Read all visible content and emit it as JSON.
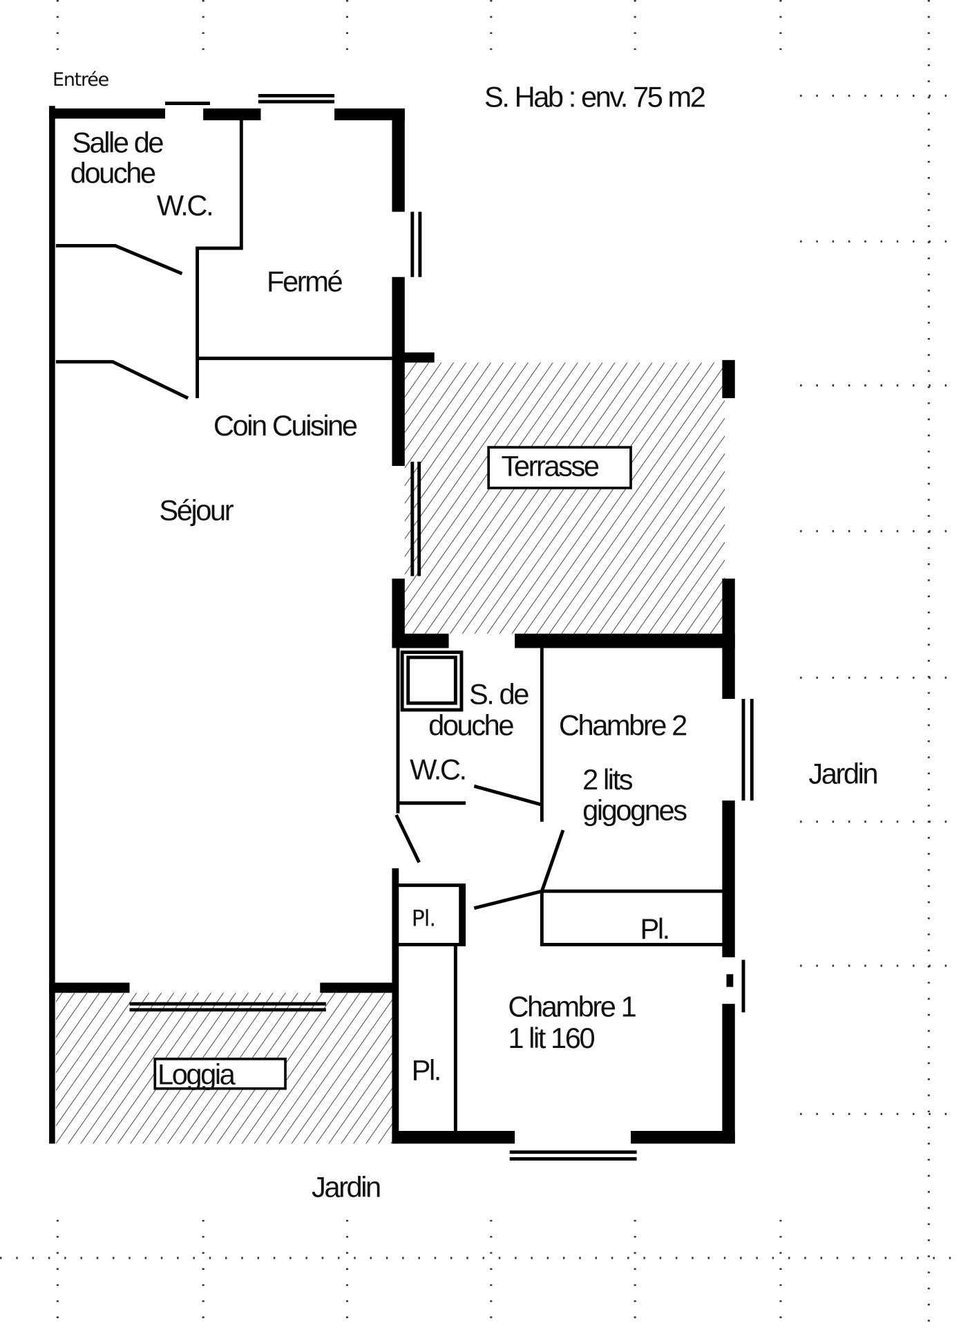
{
  "title": "S. Hab : env. 75 m2",
  "labels": {
    "entree": "Entrée",
    "salle_de_douche_1": "Salle de",
    "salle_de_douche_2": "douche",
    "wc_top": "W.C.",
    "ferme": "Fermé",
    "coin_cuisine": "Coin Cuisine",
    "sejour": "Séjour",
    "terrasse": "Terrasse",
    "s_de_douche_1": "S. de",
    "s_de_douche_2": "douche",
    "wc_bottom": "W.C.",
    "chambre2": "Chambre 2",
    "chambre2_beds_1": "2 lits",
    "chambre2_beds_2": "gigognes",
    "placard_1": "Pl.",
    "placard_2": "Pl.",
    "placard_3": "Pl.",
    "chambre1": "Chambre 1",
    "chambre1_bed": "1 lit 160",
    "loggia": "Loggia",
    "jardin_right": "Jardin",
    "jardin_bottom": "Jardin"
  },
  "colors": {
    "wall": "#000000",
    "background": "#ffffff"
  }
}
